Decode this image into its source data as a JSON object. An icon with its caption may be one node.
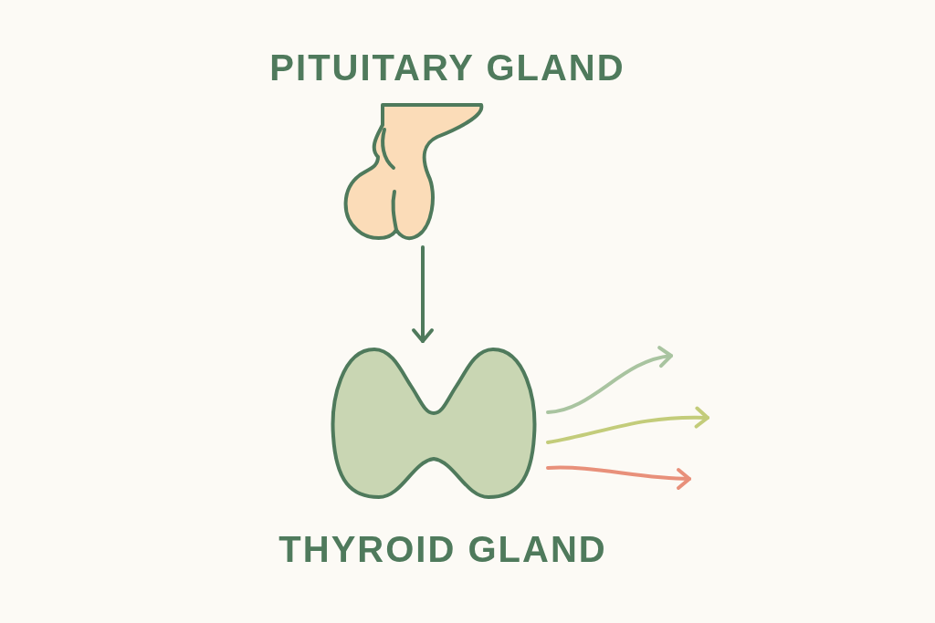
{
  "diagram": {
    "nodes": [
      {
        "text": [
          "PITUITARY GLAND"
        ]
      },
      {
        "text": [
          "THYROID GLAND"
        ]
      }
    ],
    "edges": [
      {
        "from": 0,
        "to": 1,
        "arrow": "to",
        "color": "#4f7a5c"
      },
      {
        "from": 1,
        "to": null,
        "arrow": "to",
        "color": "#a9c4a0"
      },
      {
        "from": 1,
        "to": null,
        "arrow": "to",
        "color": "#c3cc7a"
      },
      {
        "from": 1,
        "to": null,
        "arrow": "to",
        "color": "#e8907a"
      }
    ]
  }
}
